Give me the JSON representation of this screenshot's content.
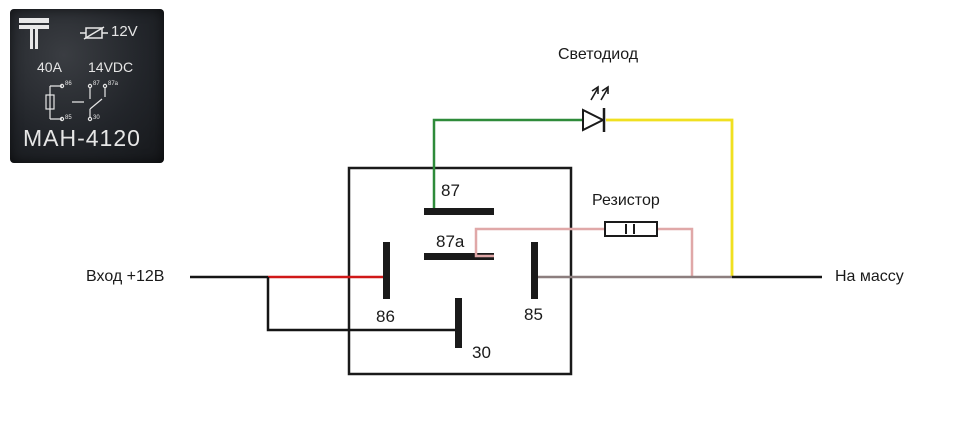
{
  "relay_photo": {
    "rating_voltage": "12V",
    "current": "40A",
    "contact_voltage": "14VDC",
    "pin_86": "86",
    "pin_87": "87",
    "pin_87a": "87a",
    "pin_85": "85",
    "pin_30": "30",
    "model": "MAH-4120"
  },
  "diagram": {
    "pins": {
      "p87": "87",
      "p87a": "87a",
      "p86": "86",
      "p85": "85",
      "p30": "30"
    },
    "input_label": "Вход +12В",
    "ground_label": "На массу",
    "led_label": "Светодиод",
    "resistor_label": "Резистор"
  },
  "colors": {
    "green_wire": "#2e8b3a",
    "yellow_wire": "#f0e020",
    "red_wire": "#d01818",
    "pink_wire": "#e0a8a8",
    "gray_wire": "#8c7e7e",
    "black_wire": "#000000",
    "grounded_black": "#151515"
  }
}
